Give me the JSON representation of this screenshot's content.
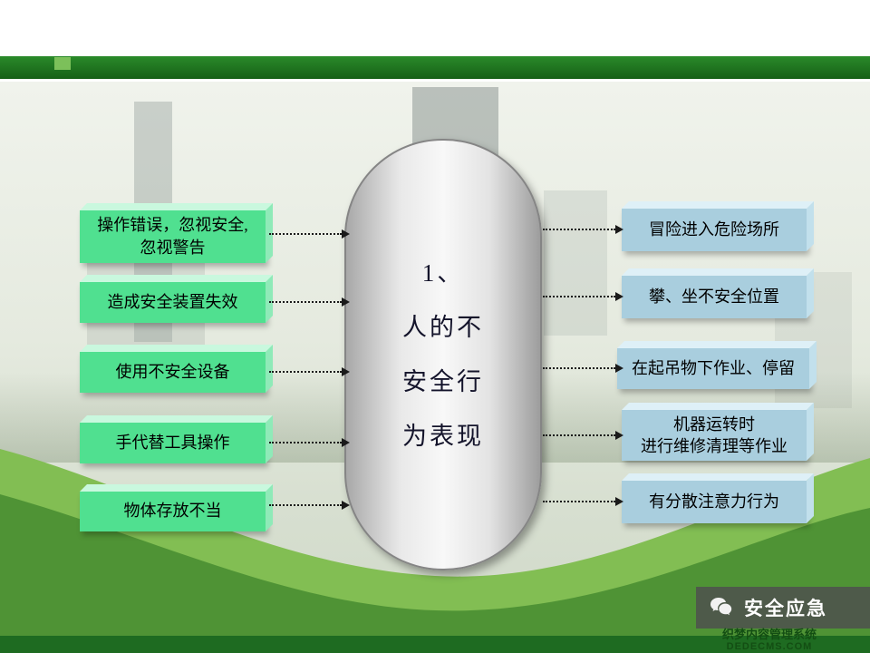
{
  "slide": {
    "center": {
      "lines": [
        "1、",
        "人的不",
        "安全行",
        "为表现"
      ]
    },
    "left_boxes": [
      {
        "line1": "操作错误，忽视安全,",
        "line2": "忽视警告"
      },
      {
        "line1": "造成安全装置失效"
      },
      {
        "line1": "使用不安全设备"
      },
      {
        "line1": "手代替工具操作"
      },
      {
        "line1": "物体存放不当"
      }
    ],
    "right_boxes": [
      {
        "line1": "冒险进入危险场所"
      },
      {
        "line1": "攀、坐不安全位置"
      },
      {
        "line1": "在起吊物下作业、停留"
      },
      {
        "line1": "机器运转时",
        "line2": "进行维修清理等作业"
      },
      {
        "line1": "有分散注意力行为"
      }
    ],
    "footer": {
      "brand": "安全应急",
      "watermark1": "织梦内容管理系统",
      "watermark2": "DEDECMS.COM"
    },
    "colors": {
      "top_bar_green": "#1b731b",
      "left_box_green": "#50e090",
      "right_box_blue": "#a9cede",
      "wave_light_green": "#82be53",
      "wave_dark_green": "#4f9335",
      "bottom_strip_green": "#1e6b21",
      "footer_bar": "#4e564c"
    }
  }
}
